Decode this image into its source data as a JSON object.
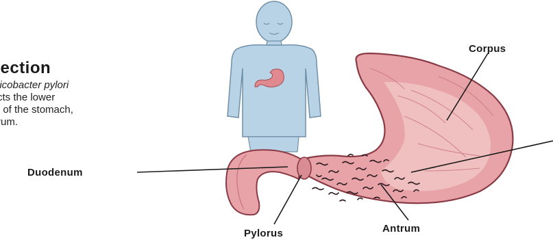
{
  "caption": {
    "title": "fection",
    "lines": [
      "licobacter pylori",
      "cts the lower",
      "t of the stomach,",
      "rum."
    ]
  },
  "labels": {
    "corpus": "Corpus",
    "duodenum": "Duodenum",
    "pylorus": "Pylorus",
    "antrum": "Antrum"
  },
  "colors": {
    "body_fill": "#b9d3e6",
    "body_stroke": "#6f8fa8",
    "stomach_fill": "#e7a3a8",
    "stomach_inner": "#f3c9c9",
    "stomach_stroke": "#8a3a44",
    "bacteria": "#2b1a1e"
  }
}
